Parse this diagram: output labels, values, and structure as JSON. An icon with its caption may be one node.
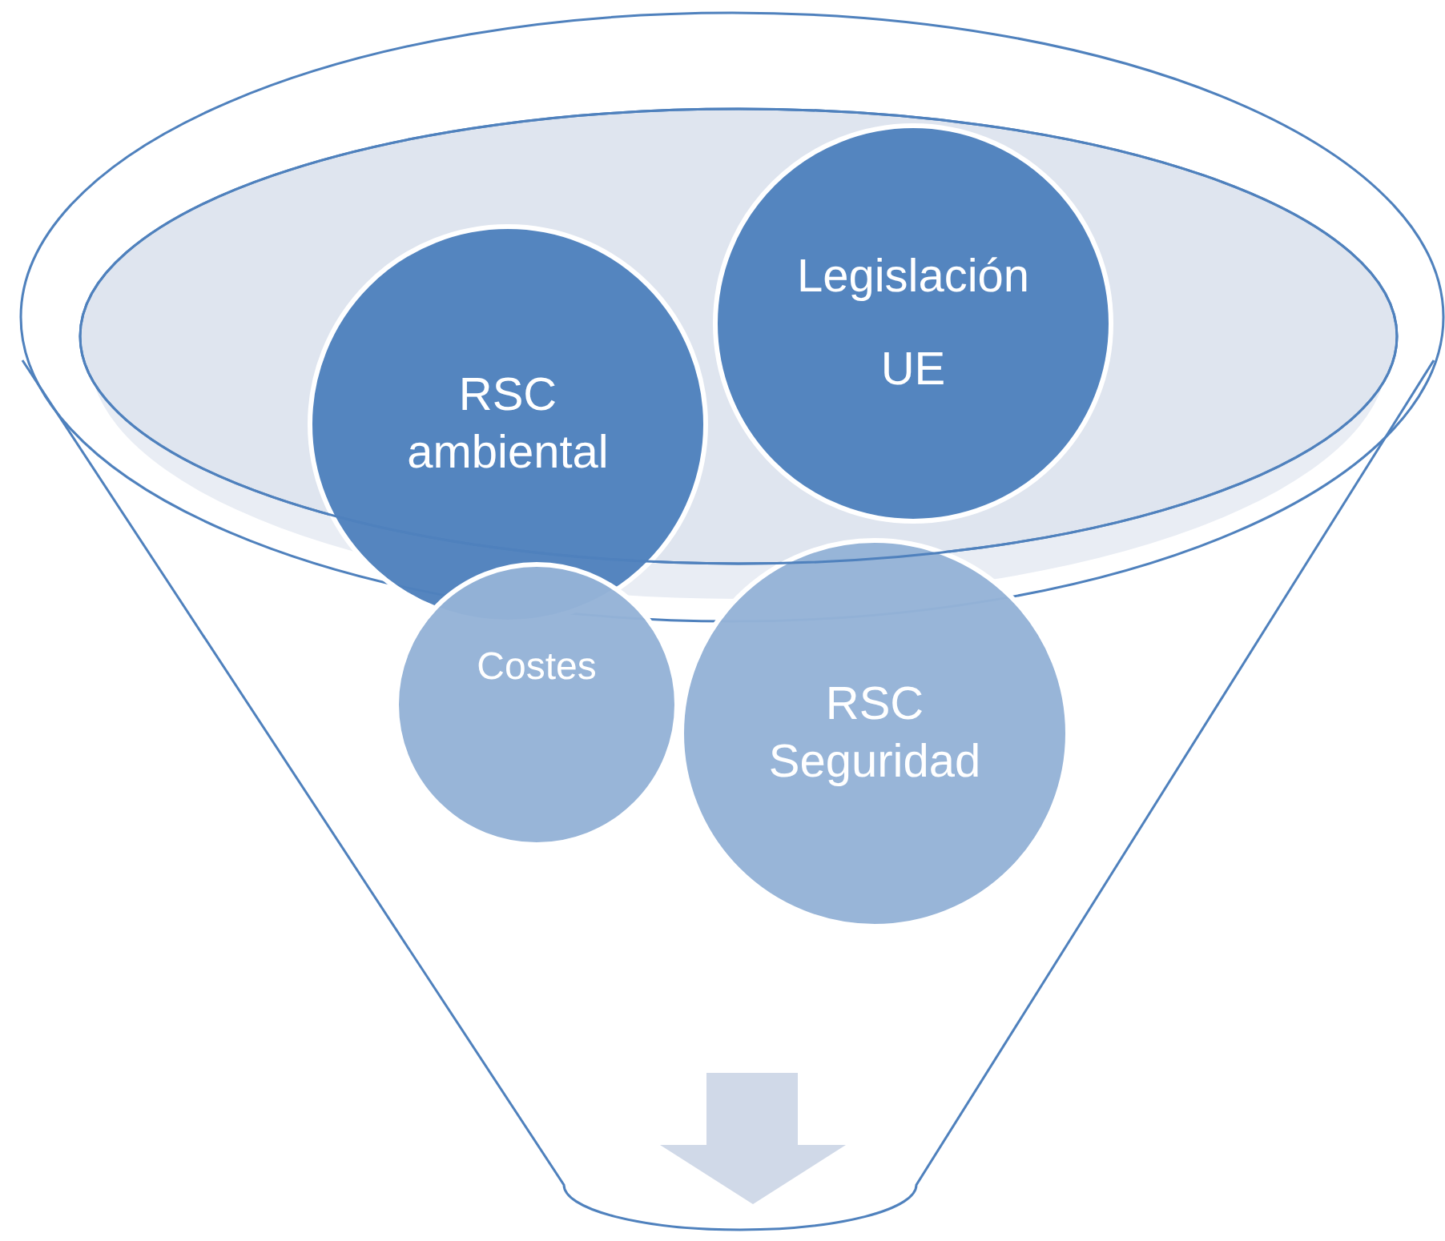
{
  "diagram": {
    "nodes": [
      {
        "text": [
          "RSC ambiental"
        ]
      },
      {
        "text": [
          "Legislación UE"
        ]
      },
      {
        "text": [
          "Costes"
        ]
      },
      {
        "text": [
          "RSC Seguridad"
        ]
      }
    ]
  }
}
